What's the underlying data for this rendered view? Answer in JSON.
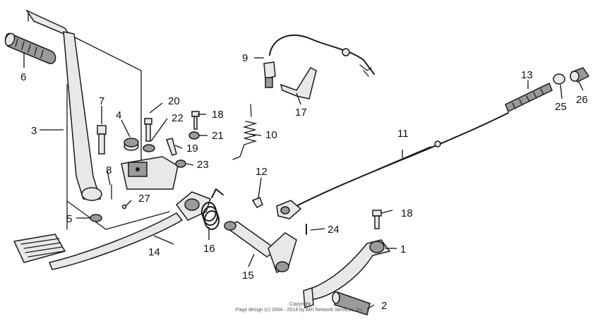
{
  "parts": {
    "p1": "1",
    "p2": "2",
    "p3": "3",
    "p4": "4",
    "p5": "5",
    "p6": "6",
    "p7": "7",
    "p8": "8",
    "p9": "9",
    "p10": "10",
    "p11": "11",
    "p12": "12",
    "p13": "13",
    "p14": "14",
    "p15": "15",
    "p16": "16",
    "p17": "17",
    "p18a": "18",
    "p18b": "18",
    "p19": "19",
    "p20": "20",
    "p21": "21",
    "p22": "22",
    "p23": "23",
    "p24": "24",
    "p25": "25",
    "p26": "26",
    "p27": "27"
  },
  "copyright": {
    "line1": "Copyright",
    "line2": "Page design (c) 2004 - 2014 by ARI Network Services, Inc."
  }
}
